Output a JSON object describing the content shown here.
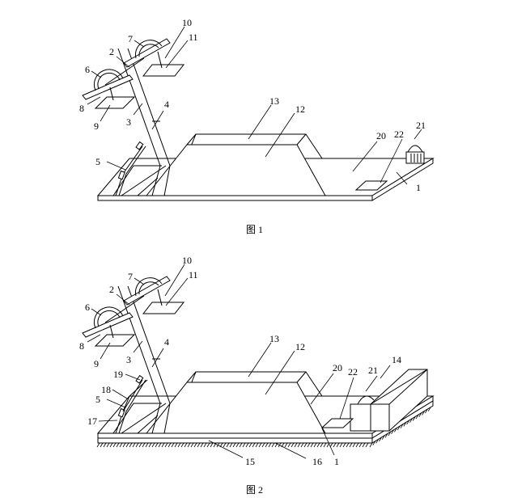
{
  "figures": [
    {
      "caption": "图 1",
      "labels": [
        "1",
        "2",
        "3",
        "4",
        "5",
        "6",
        "7",
        "8",
        "9",
        "10",
        "11",
        "12",
        "13",
        "20",
        "21",
        "22"
      ]
    },
    {
      "caption": "图 2",
      "labels": [
        "1",
        "2",
        "3",
        "4",
        "5",
        "6",
        "7",
        "8",
        "9",
        "10",
        "11",
        "12",
        "13",
        "14",
        "15",
        "16",
        "17",
        "18",
        "19",
        "20",
        "21",
        "22"
      ]
    }
  ]
}
